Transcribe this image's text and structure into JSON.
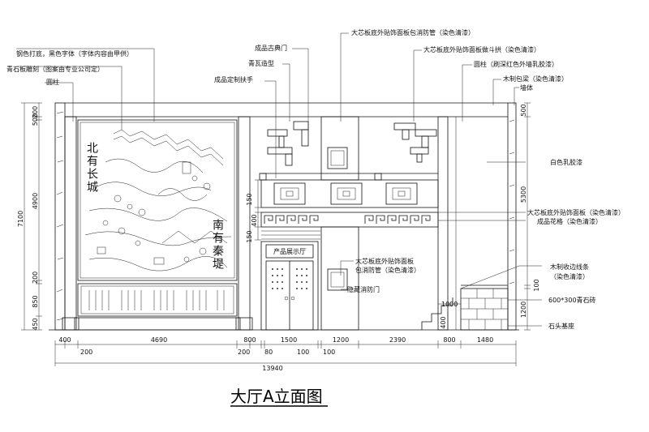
{
  "title": "大厅A立面图",
  "mural": {
    "text_left": "北有长城",
    "text_right": "南有秦堤"
  },
  "sign": "产品展示厅",
  "hidden_door": "隐藏消防门",
  "callouts": [
    "钢色打底，黑色字体（字体内容由甲供）",
    "青石板雕刻（图案由专业公司定）",
    "圆柱",
    "成品古典门",
    "青瓦造型",
    "成品定制扶手",
    "大芯板底外贴饰面板包消防管（染色清漆）",
    "大芯板底外贴饰面板做斗拱（染色清漆）",
    "圆柱（刷深红色外墙乳胶漆）",
    "木制包梁（染色清漆）",
    "墙体",
    "白色乳胶漆",
    "大芯板底外贴饰面板（染色清漆）",
    "成品花格（染色清漆）",
    "大芯板底外贴饰面板",
    "包消防管（染色清漆）",
    "木制收边线条",
    "（染色清漆）",
    "600*300青石砖",
    "石头基座"
  ],
  "dims_left": [
    "7100",
    "200",
    "500",
    "4900",
    "200",
    "850",
    "450"
  ],
  "dims_right": [
    "500",
    "5300",
    "100",
    "1200"
  ],
  "dims_inner": [
    "150",
    "400",
    "150",
    "1000",
    "400"
  ],
  "dims_bottom": [
    "400",
    "4690",
    "800",
    "1500",
    "1200",
    "2390",
    "800",
    "1480"
  ],
  "dims_bottom_small": [
    "200",
    "200",
    "80",
    "100",
    "100"
  ],
  "dim_total": "13940"
}
